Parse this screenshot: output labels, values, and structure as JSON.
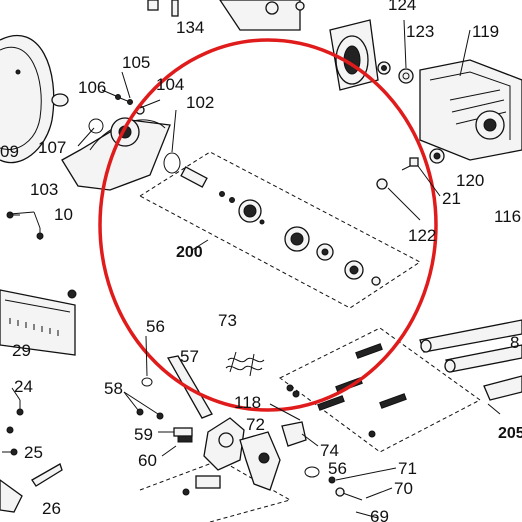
{
  "diagram": {
    "highlight_color": "#e01b1b",
    "labels": {
      "l124": "124",
      "l134": "134",
      "l123": "123",
      "l119": "119",
      "l105": "105",
      "l106": "106",
      "l104": "104",
      "l102": "102",
      "l107": "107",
      "l109": "09",
      "l103": "103",
      "l10": "10",
      "l120": "120",
      "l21": "21",
      "l116": "116",
      "l122": "122",
      "l200": "200",
      "l29": "29",
      "l56a": "56",
      "l57": "57",
      "l73": "73",
      "l8": "8",
      "l24": "24",
      "l58": "58",
      "l118": "118",
      "l205": "205",
      "l59": "59",
      "l72": "72",
      "l74": "74",
      "l60": "60",
      "l25": "25",
      "l56b": "56",
      "l71": "71",
      "l70": "70",
      "l26": "26",
      "l69": "69"
    }
  }
}
